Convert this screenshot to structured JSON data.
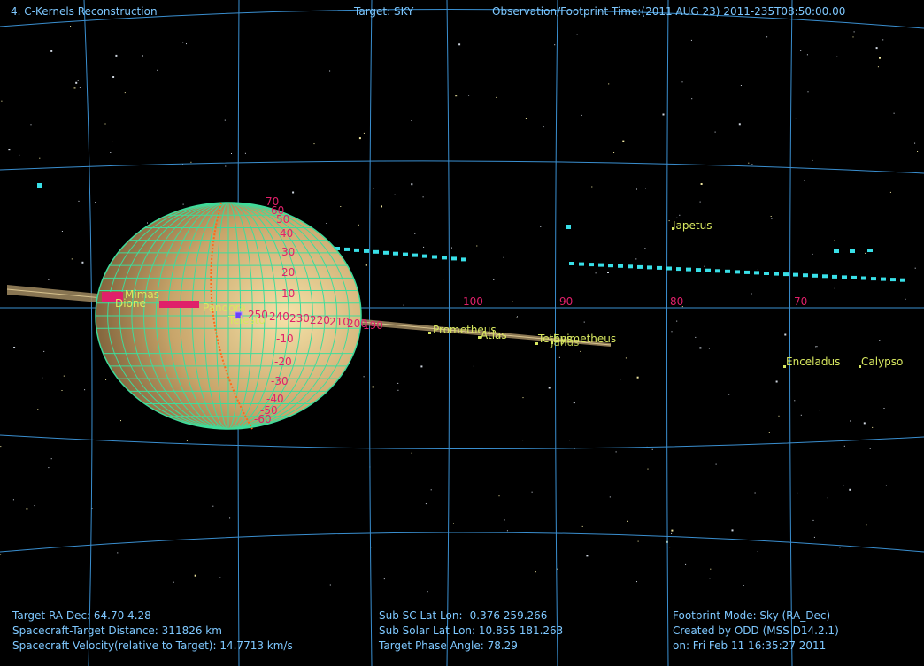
{
  "header": {
    "view_title": "4. C-Kernels Reconstruction",
    "target": "Target: SKY",
    "obs_time": "Observation/Footprint Time:(2011 AUG 23) 2011-235T08:50:00.00"
  },
  "footer": {
    "ra_dec": "Target RA Dec: 64.70   4.28",
    "distance": "Spacecraft-Target Distance:  311826 km",
    "velocity": "Spacecraft Velocity(relative to Target): 14.7713 km/s",
    "sub_sc": "Sub SC Lat Lon: -0.376  259.266",
    "sub_solar": "Sub Solar Lat Lon: 10.855  181.263",
    "phase": "Target Phase Angle: 78.29",
    "footprint_mode": "Footprint Mode: Sky (RA_Dec)",
    "created_by": "Created by ODD (MSS D14.2.1)",
    "created_on": "on: Fri Feb 11 16:35:27 2011"
  },
  "ra_grid_labels": [
    "100",
    "90",
    "80",
    "70"
  ],
  "latitude_labels": [
    "70",
    "60",
    "50",
    "40",
    "30",
    "20",
    "10",
    "-10",
    "-20",
    "-30",
    "-40",
    "-50",
    "-60"
  ],
  "moons": {
    "iapetus": "Iapetus",
    "mimas": "Mimas",
    "dione": "Dione",
    "pandora": "Pandora",
    "telesto": "Telesto",
    "prometheus": "Prometheus",
    "atlas": "Atlas",
    "tethys": "Tethys",
    "epimetheus": "Epimetheus",
    "janus": "Janus",
    "enceladus": "Enceladus",
    "calypso": "Calypso"
  },
  "ring_longitudes": [
    "250",
    "240",
    "230",
    "220",
    "210",
    "200",
    "190"
  ],
  "colors": {
    "hud_text": "#7ec8ff",
    "grid_line": "#3a8fd0",
    "planet_grid": "#3fdc9a",
    "latitude_label": "#e0206a",
    "moon_label": "#d8e860",
    "trail": "#39e0e8",
    "terminator": "#ff6a1a"
  }
}
